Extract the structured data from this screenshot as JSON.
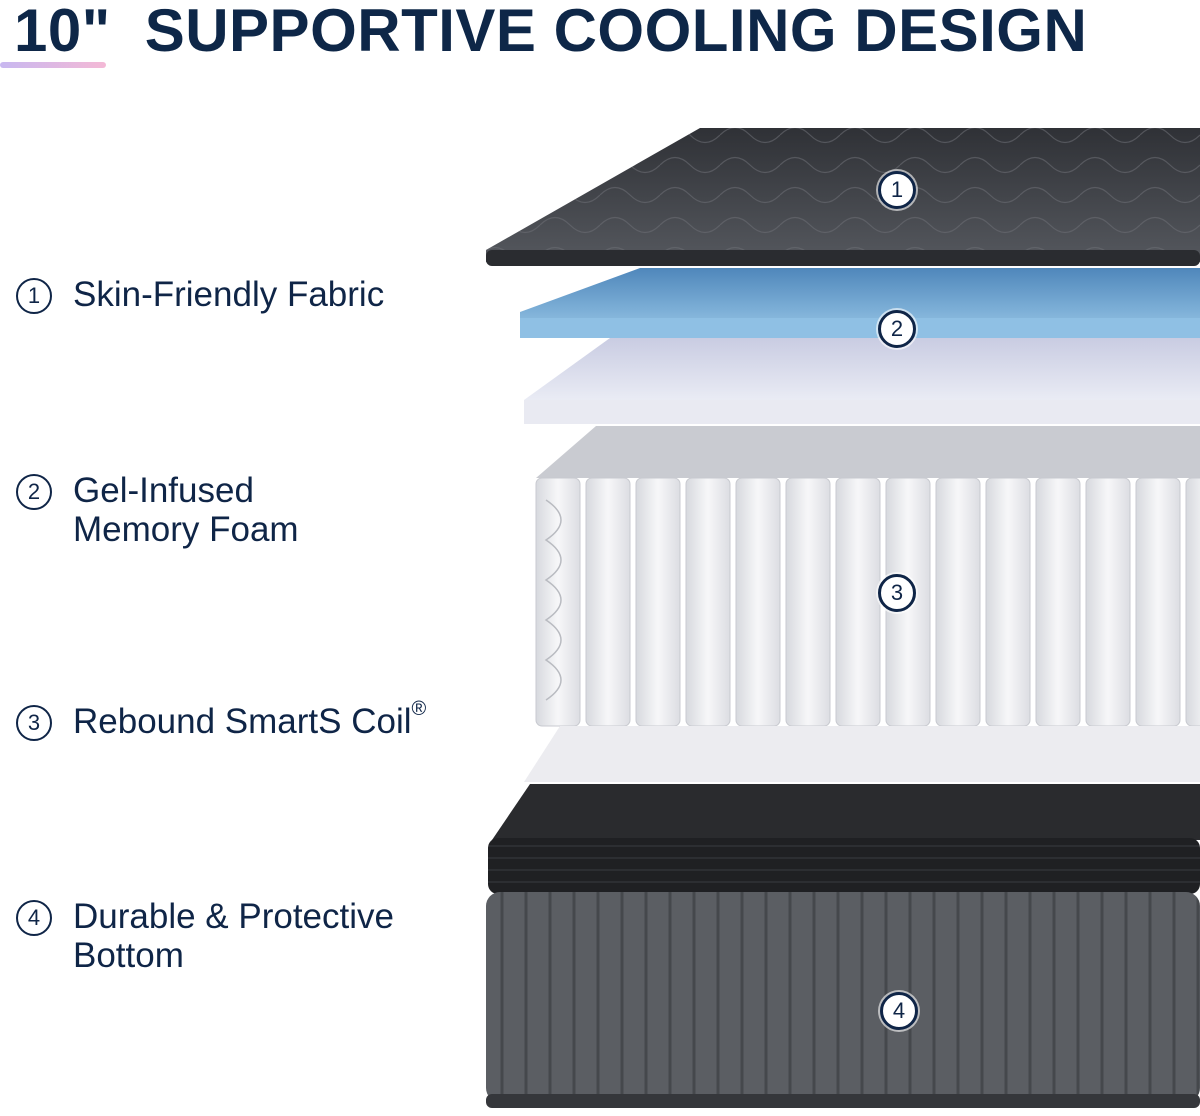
{
  "header": {
    "size": "10\"",
    "title": "SUPPORTIVE COOLING DESIGN",
    "accent_gradient": [
      "#c8b8f0",
      "#f4b9d6"
    ],
    "text_color": "#0e2748"
  },
  "layers": [
    {
      "number": "1",
      "line1": "Skin-Friendly Fabric",
      "line2": ""
    },
    {
      "number": "2",
      "line1": "Gel-Infused",
      "line2": "Memory Foam"
    },
    {
      "number": "3",
      "line1": "Rebound SmartS Coil",
      "line2": "",
      "mark": "®"
    },
    {
      "number": "4",
      "line1": "Durable & Protective",
      "line2": "Bottom"
    }
  ],
  "markers": [
    "1",
    "2",
    "3",
    "4"
  ],
  "colors": {
    "fabric": "#3d3f44",
    "gel_foam": "#6ea3cf",
    "white_foam": "#e6e8f0",
    "coil": "#f4f4f6",
    "base": "#4a4d52"
  }
}
